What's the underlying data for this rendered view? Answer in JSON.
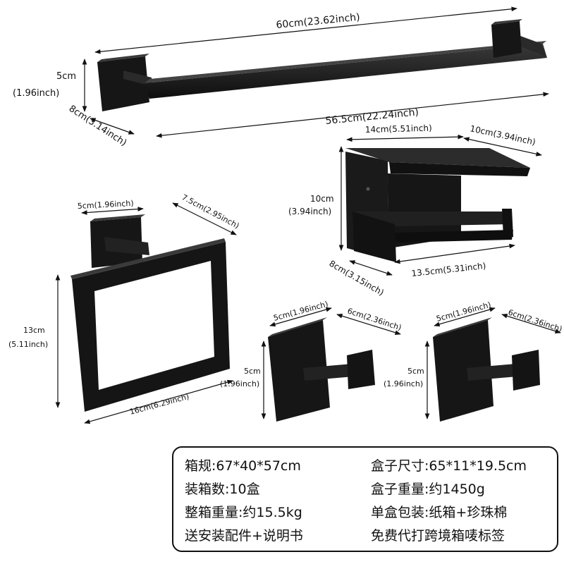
{
  "dimensions": {
    "bar_length": "60cm(23.62inch)",
    "bar_inner_length": "56.5cm(22.24inch)",
    "bar_height_cm": "5cm",
    "bar_height_in": "(1.96inch)",
    "bar_depth": "8cm(3.14inch)",
    "ring_base_width": "5cm(1.96inch)",
    "ring_depth": "7.5cm(2.95inch)",
    "ring_height_cm": "13cm",
    "ring_height_in": "(5.11inch)",
    "ring_width": "16cm(6.29inch)",
    "holder_width": "14cm(5.51inch)",
    "holder_shelf_depth": "10cm(3.94inch)",
    "holder_height_cm": "10cm",
    "holder_height_in": "(3.94inch)",
    "holder_depth": "8cm(3.15inch)",
    "holder_bar_length": "13.5cm(5.31inch)",
    "hook1_width": "5cm(1.96inch)",
    "hook1_depth": "6cm(2.36inch)",
    "hook1_height_cm": "5cm",
    "hook1_height_in": "(1.96inch)",
    "hook2_width": "5cm(1.96inch)",
    "hook2_depth": "6cm(2.36inch)",
    "hook2_height_cm": "5cm",
    "hook2_height_in": "(1.96inch)"
  },
  "specs": {
    "carton_size": "箱规:67*40*57cm",
    "box_size": "盒子尺寸:65*11*19.5cm",
    "qty_per_carton": "装箱数:10盒",
    "box_weight": "盒子重量:约1450g",
    "carton_weight": "整箱重量:约15.5kg",
    "box_packaging": "单盒包装:纸箱+珍珠棉",
    "accessories": "送安装配件+说明书",
    "labeling": "免费代打跨境箱唛标签"
  },
  "colors": {
    "product": "#141414",
    "highlight": "#3a3a3a",
    "line": "#111111"
  }
}
